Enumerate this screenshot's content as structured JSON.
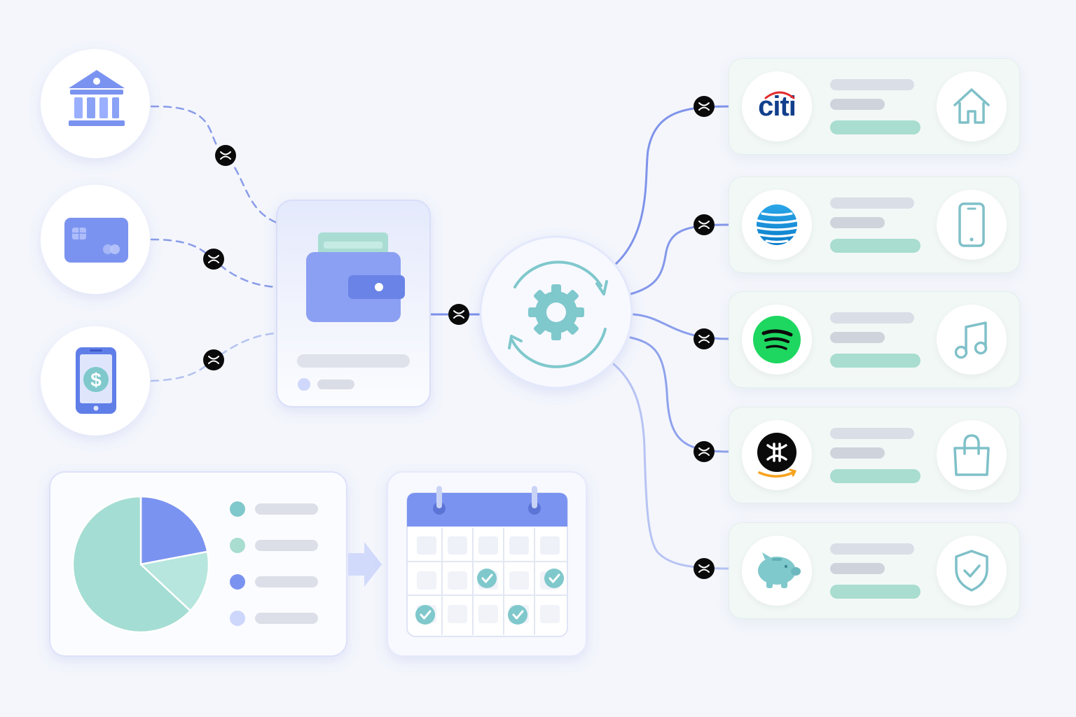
{
  "colors": {
    "background": "#f4f6fc",
    "accent_blue": "#7b93f0",
    "accent_teal": "#7fc8cc",
    "connector": "#8c9eec",
    "node_badge": "#0a0a0a"
  },
  "sources": [
    {
      "icon": "bank-icon"
    },
    {
      "icon": "credit-card-icon"
    },
    {
      "icon": "mobile-payment-icon"
    }
  ],
  "wallet": {
    "icon": "wallet-icon"
  },
  "hub": {
    "icon": "sync-gear-icon"
  },
  "bills": [
    {
      "logo_icon": "citi-logo",
      "logo_text": "citi",
      "category_icon": "home-icon"
    },
    {
      "logo_icon": "att-globe-icon",
      "category_icon": "phone-icon"
    },
    {
      "logo_icon": "spotify-icon",
      "category_icon": "music-note-icon"
    },
    {
      "logo_icon": "amazon-logo-icon",
      "category_icon": "shopping-bag-icon"
    },
    {
      "logo_icon": "piggy-bank-icon",
      "category_icon": "shield-check-icon"
    }
  ],
  "chart_data": {
    "type": "pie",
    "values": [
      22,
      15,
      63
    ],
    "colors": [
      "#7b93f0",
      "#b6e6dd",
      "#a4ddd3"
    ],
    "legend_dot_colors": [
      "#7fc8cc",
      "#a8ddd0",
      "#7b93f0",
      "#cdd6fb"
    ]
  },
  "calendar": {
    "icon": "calendar-icon",
    "rows": 3,
    "cols": 5,
    "checked_cells": [
      [
        1,
        2
      ],
      [
        1,
        4
      ],
      [
        2,
        0
      ],
      [
        2,
        3
      ]
    ]
  }
}
